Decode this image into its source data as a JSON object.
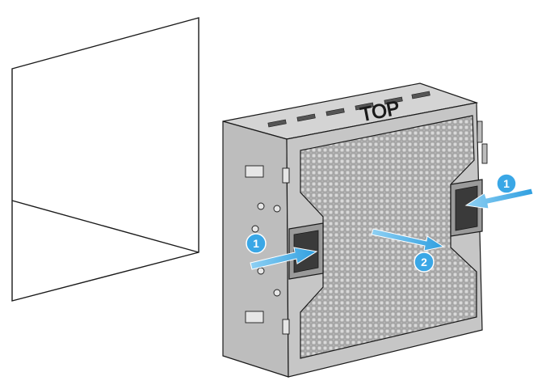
{
  "diagram": {
    "label_top": "TOP",
    "callouts": [
      {
        "id": "1a",
        "number": "1"
      },
      {
        "id": "1b",
        "number": "1"
      },
      {
        "id": "2",
        "number": "2"
      }
    ],
    "colors": {
      "chassis_face": "#c9c9c9",
      "chassis_side": "#b0b0b0",
      "chassis_top": "#d6d6d6",
      "outline": "#1a1a1a",
      "mesh": "#8a8a8a",
      "callout_fill": "#3aa7e6",
      "arrow_fill": "#3aa7e6"
    }
  }
}
